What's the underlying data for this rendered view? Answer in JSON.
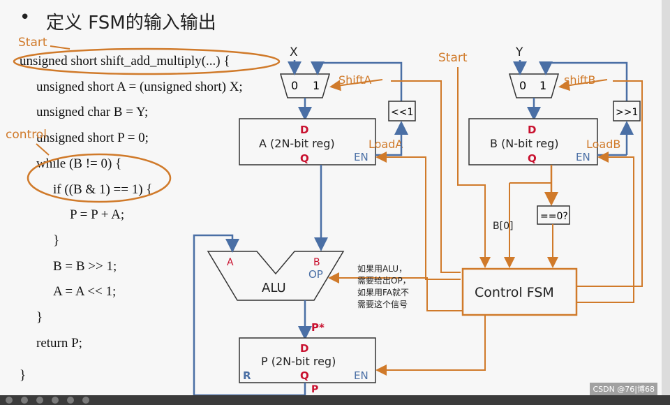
{
  "title": {
    "bullet": "•",
    "text": "定义 FSM的输入输出"
  },
  "annotations": {
    "start": "Start",
    "control": "control"
  },
  "code": [
    "unsigned short shift_add_multiply(...) {",
    "unsigned short A = (unsigned short) X;",
    "unsigned char B = Y;",
    "unsigned short P = 0;",
    "while (B != 0) {",
    "if ((B & 1) == 1) {",
    "P = P + A;",
    "}",
    "B = B >> 1;",
    "A = A << 1;",
    "}",
    "return P;",
    "}"
  ],
  "diagram": {
    "x_label": "X",
    "y_label": "Y",
    "start_label": "Start",
    "mux_a": {
      "in0": "0",
      "in1": "1",
      "sel": "ShiftA"
    },
    "mux_b": {
      "in0": "0",
      "in1": "1",
      "sel": "shiftB"
    },
    "shl_box": "<<1",
    "shr_box": ">>1",
    "reg_a": {
      "title": "A (2N-bit reg)",
      "d": "D",
      "q": "Q",
      "en": "EN",
      "load": "LoadA"
    },
    "reg_b": {
      "title": "B (N-bit reg)",
      "d": "D",
      "q": "Q",
      "en": "EN",
      "load": "LoadB"
    },
    "zero_check": "==0?",
    "b0_label": "B[0]",
    "alu": {
      "title": "ALU",
      "a": "A",
      "b": "B",
      "op": "OP"
    },
    "p_star": "P*",
    "reg_p": {
      "title": "P (2N-bit reg)",
      "d": "D",
      "q": "Q",
      "r": "R",
      "en": "EN"
    },
    "p_out": "P",
    "fsm": "Control FSM",
    "note": [
      "如果用ALU，",
      "需要给出OP，",
      "如果用FA就不",
      "需要这个信号"
    ],
    "colors": {
      "blue": "#4a6fa5",
      "orange": "#d07a2a",
      "red": "#c8102e",
      "black": "#222222"
    }
  },
  "watermark": "CSDN @76|博68"
}
